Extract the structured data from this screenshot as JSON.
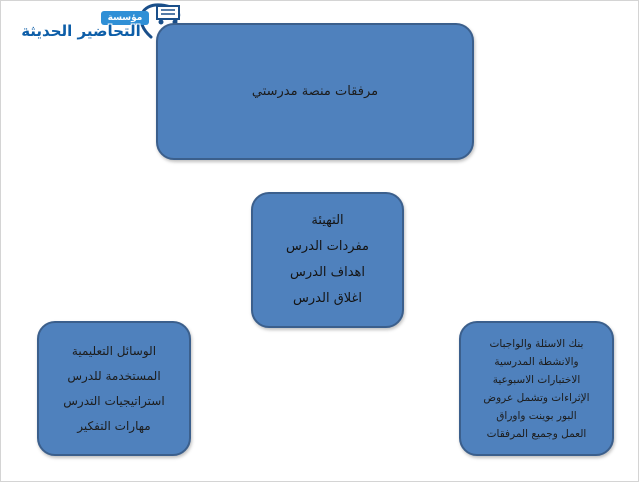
{
  "logo": {
    "small_text": "مؤسسة",
    "main_text": "التحاضير الحديثة"
  },
  "diagram": {
    "main": {
      "lines": [
        "مرفقات منصة مدرستي"
      ]
    },
    "center": {
      "lines": [
        "التهيئة",
        "مفردات الدرس",
        "اهداف الدرس",
        "اغلاق الدرس"
      ]
    },
    "left": {
      "lines": [
        "الوسائل التعليمية",
        "المستخدمة للدرس",
        "استراتيجيات التدرس",
        "مهارات التفكير"
      ]
    },
    "right": {
      "lines": [
        "بنك الاسئلة والواجبات",
        "والانشطة المدرسية",
        "الاختبارات الاسبوعية",
        "الإثراءات وتشمل عروض",
        "البور بوينت واوراق",
        "العمل وجميع المرفقات"
      ]
    }
  },
  "colors": {
    "box_fill": "#4f81bd",
    "box_border": "#3b5f8c",
    "logo_blue": "#0d5ea8"
  }
}
